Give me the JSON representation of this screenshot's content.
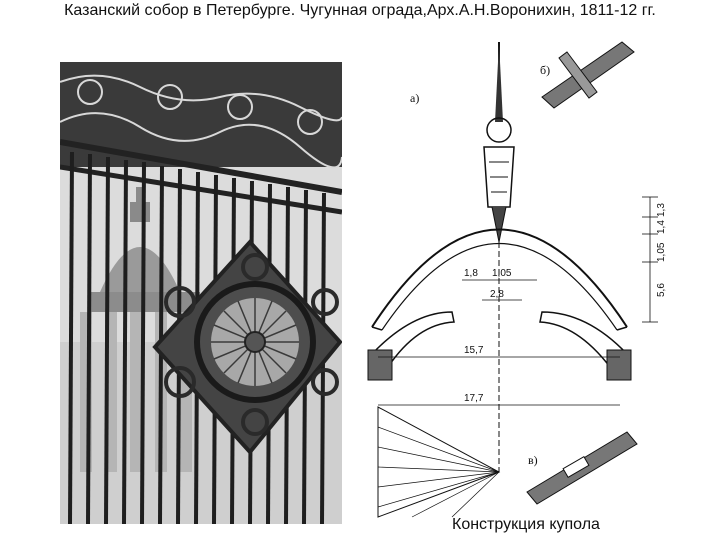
{
  "header": {
    "title": "Казанский собор в Петербурге.  Чугунная ограда,Арх.А.Н.Воронихин, 1811-12 гг."
  },
  "drawing": {
    "label_a": "а)",
    "label_b": "б)",
    "label_v": "в)",
    "dims": {
      "d1": "1,8",
      "d2": "1,05",
      "d3": "2,8",
      "d4": "15,7",
      "d5": "17,7",
      "v1": "1,3",
      "v2": "1,4",
      "v3": "1,05",
      "v4": "5,6"
    }
  },
  "caption": {
    "text": "Конструкция купола"
  }
}
